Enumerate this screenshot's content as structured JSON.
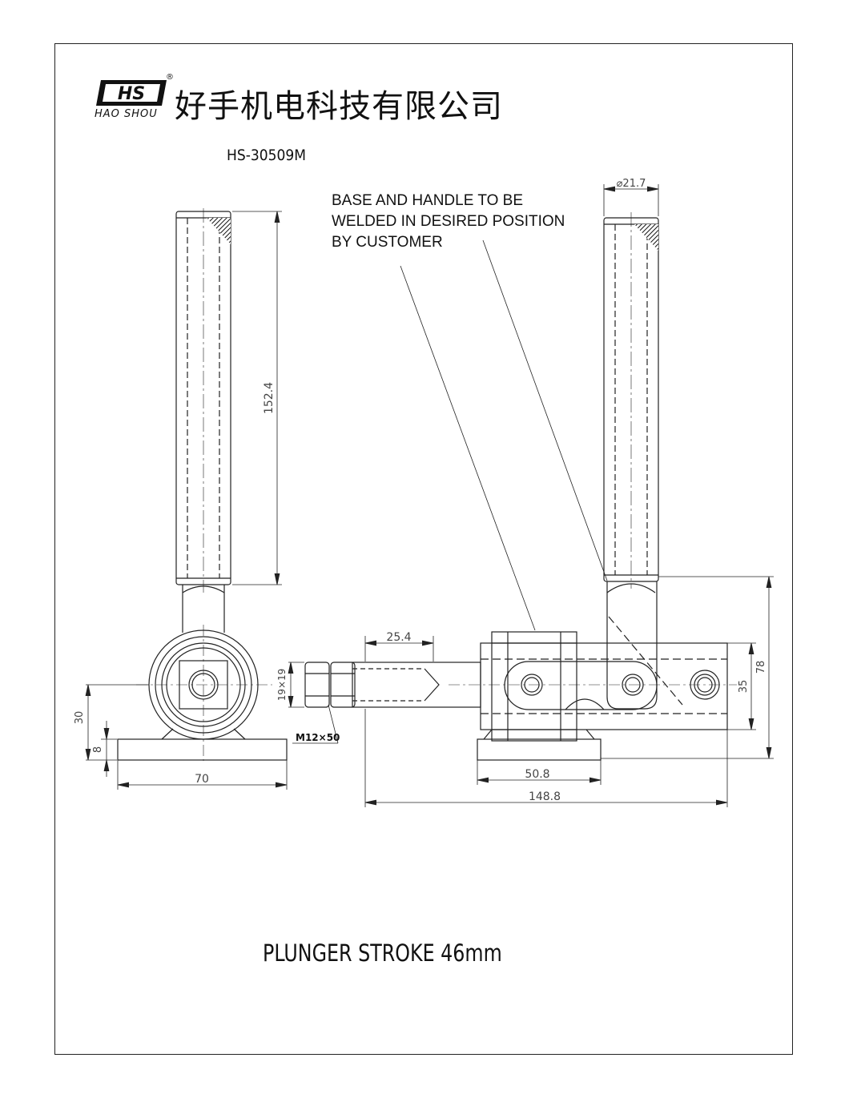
{
  "header": {
    "logo_letters": "HS",
    "logo_caption": "HAO SHOU",
    "registered_mark": "®",
    "company_name": "好手机电科技有限公司"
  },
  "drawing": {
    "model": "HS-30509M",
    "note": "BASE AND HANDLE TO BE\nWELDED IN DESIRED POSITION\nBY CUSTOMER",
    "footer": "PLUNGER STROKE 46mm"
  },
  "dimensions": {
    "handle_length": "152.4",
    "handle_diameter": "⌀21.7",
    "base_width_front": "70",
    "center_height": "30",
    "base_thickness": "8",
    "plunger_size": "19×19",
    "thread": "M12×50",
    "plunger_extension": "25.4",
    "base_length_side": "50.8",
    "overall_length": "148.8",
    "body_height": "35",
    "overall_height": "78"
  }
}
